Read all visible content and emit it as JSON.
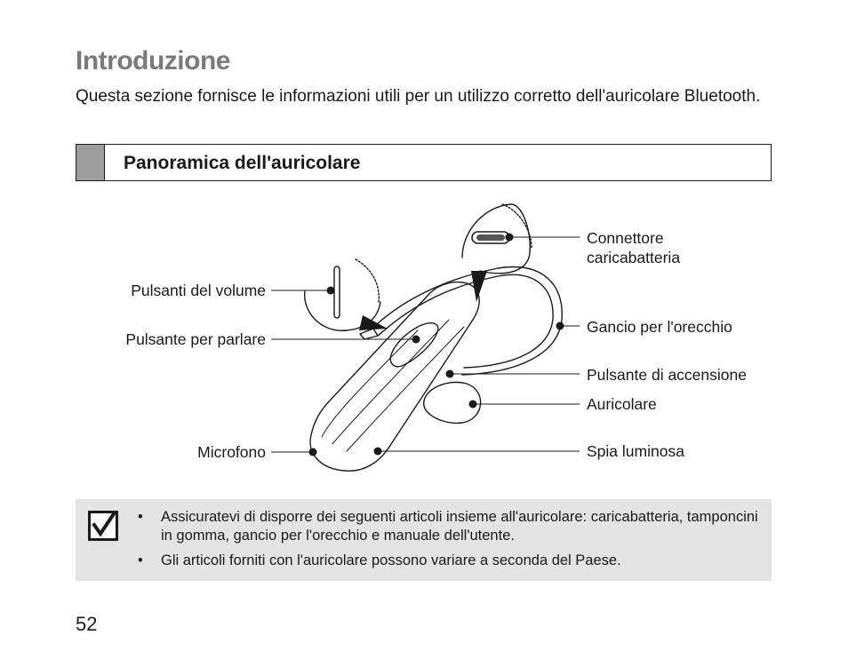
{
  "page": {
    "title": "Introduzione",
    "intro": "Questa sezione fornisce le informazioni utili per un utilizzo corretto dell'auricolare Bluetooth.",
    "section_title": "Panoramica dell'auricolare",
    "page_number": "52"
  },
  "diagram": {
    "left_labels": {
      "volume": "Pulsanti del volume",
      "talk": "Pulsante per parlare",
      "mic": "Microfono"
    },
    "right_labels": {
      "connector_line1": "Connettore",
      "connector_line2": "caricabatteria",
      "hook": "Gancio per l'orecchio",
      "power": "Pulsante di accensione",
      "earpiece": "Auricolare",
      "led": "Spia luminosa"
    }
  },
  "note": {
    "bullet_symbol": "•",
    "items": [
      "Assicuratevi di disporre dei seguenti articoli insieme all'auricolare: caricabatteria, tamponcini in gomma, gancio per l'orecchio e manuale dell'utente.",
      "Gli articoli forniti con l'auricolare possono variare a seconda del Paese."
    ]
  },
  "colors": {
    "title_gray": "#7a7a7a",
    "tab_gray": "#9e9e9e",
    "note_bg": "#e3e3e3"
  }
}
